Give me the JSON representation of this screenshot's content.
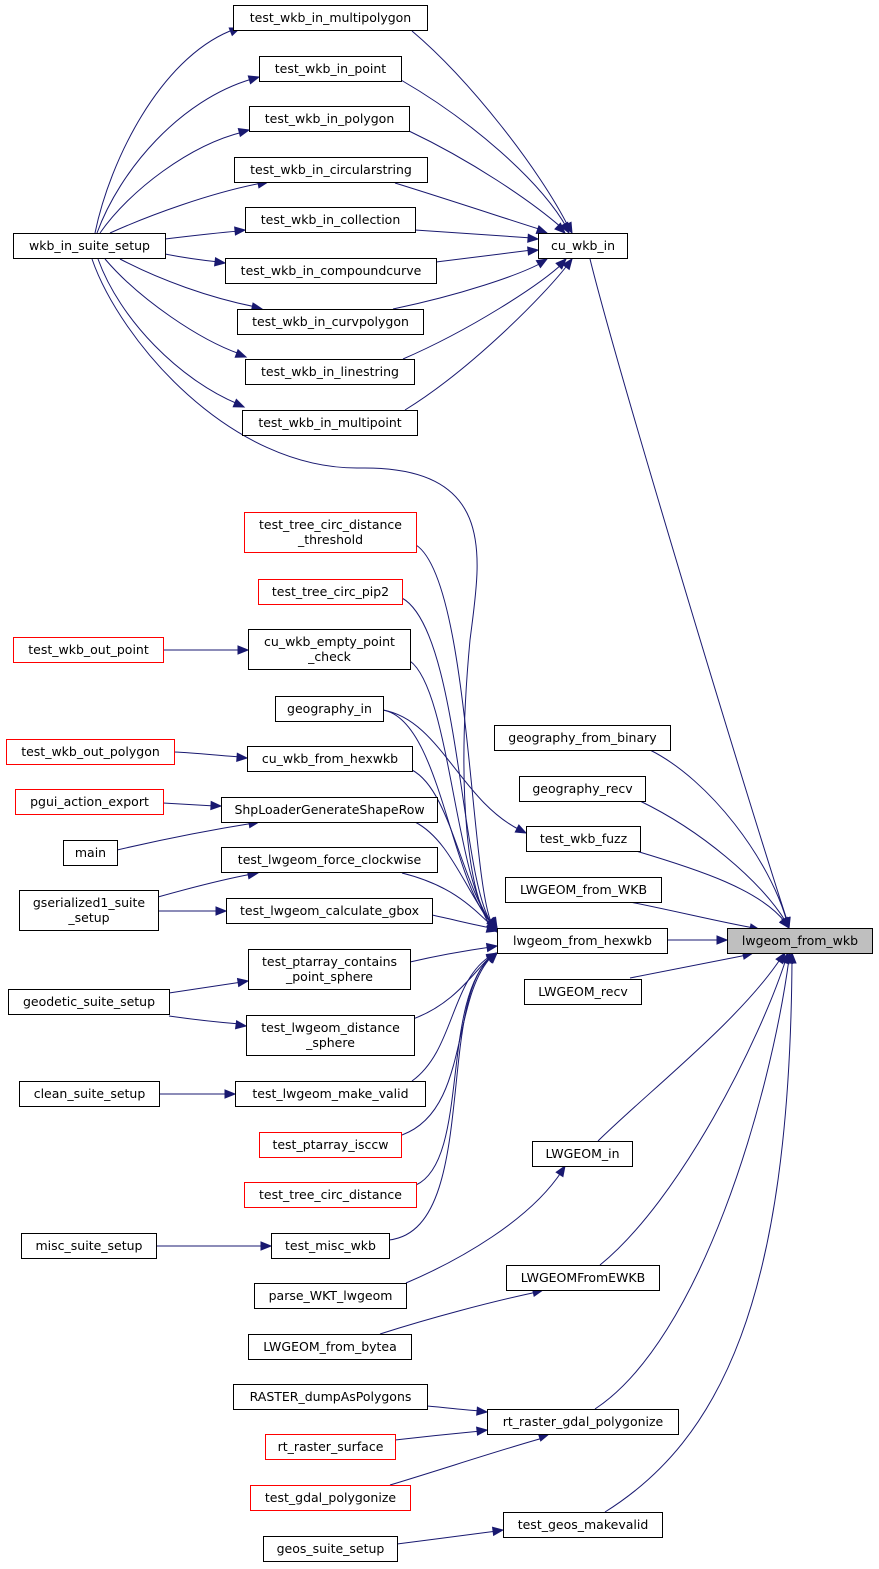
{
  "colors": {
    "edge": "#191970",
    "node_border": "#000000",
    "incomplete_border": "#ff0000",
    "current_fill": "#bfbfbf"
  },
  "nodes": {
    "lwgeom_from_wkb": {
      "label": [
        "lwgeom_from_wkb"
      ],
      "style": "current"
    },
    "cu_wkb_in": {
      "label": [
        "cu_wkb_in"
      ],
      "style": "normal"
    },
    "wkb_in_suite_setup": {
      "label": [
        "wkb_in_suite_setup"
      ],
      "style": "normal"
    },
    "test_wkb_in_multipolygon": {
      "label": [
        "test_wkb_in_multipolygon"
      ],
      "style": "normal"
    },
    "test_wkb_in_point": {
      "label": [
        "test_wkb_in_point"
      ],
      "style": "normal"
    },
    "test_wkb_in_polygon": {
      "label": [
        "test_wkb_in_polygon"
      ],
      "style": "normal"
    },
    "test_wkb_in_circularstring": {
      "label": [
        "test_wkb_in_circularstring"
      ],
      "style": "normal"
    },
    "test_wkb_in_collection": {
      "label": [
        "test_wkb_in_collection"
      ],
      "style": "normal"
    },
    "test_wkb_in_compoundcurve": {
      "label": [
        "test_wkb_in_compoundcurve"
      ],
      "style": "normal"
    },
    "test_wkb_in_curvpolygon": {
      "label": [
        "test_wkb_in_curvpolygon"
      ],
      "style": "normal"
    },
    "test_wkb_in_linestring": {
      "label": [
        "test_wkb_in_linestring"
      ],
      "style": "normal"
    },
    "test_wkb_in_multipoint": {
      "label": [
        "test_wkb_in_multipoint"
      ],
      "style": "normal"
    },
    "lwgeom_from_hexwkb": {
      "label": [
        "lwgeom_from_hexwkb"
      ],
      "style": "normal"
    },
    "test_tree_circ_distance_threshold": {
      "label": [
        "test_tree_circ_distance",
        "_threshold"
      ],
      "style": "red"
    },
    "test_tree_circ_pip2": {
      "label": [
        "test_tree_circ_pip2"
      ],
      "style": "red"
    },
    "cu_wkb_empty_point_check": {
      "label": [
        "cu_wkb_empty_point",
        "_check"
      ],
      "style": "normal"
    },
    "test_wkb_out_point": {
      "label": [
        "test_wkb_out_point"
      ],
      "style": "red"
    },
    "geography_in": {
      "label": [
        "geography_in"
      ],
      "style": "normal"
    },
    "cu_wkb_from_hexwkb": {
      "label": [
        "cu_wkb_from_hexwkb"
      ],
      "style": "normal"
    },
    "test_wkb_out_polygon": {
      "label": [
        "test_wkb_out_polygon"
      ],
      "style": "red"
    },
    "ShpLoaderGenerateShapeRow": {
      "label": [
        "ShpLoaderGenerateShapeRow"
      ],
      "style": "normal"
    },
    "pgui_action_export": {
      "label": [
        "pgui_action_export"
      ],
      "style": "red"
    },
    "main": {
      "label": [
        "main"
      ],
      "style": "normal"
    },
    "test_lwgeom_force_clockwise": {
      "label": [
        "test_lwgeom_force_clockwise"
      ],
      "style": "normal"
    },
    "gserialized1_suite_setup": {
      "label": [
        "gserialized1_suite",
        "_setup"
      ],
      "style": "normal"
    },
    "test_lwgeom_calculate_gbox": {
      "label": [
        "test_lwgeom_calculate_gbox"
      ],
      "style": "normal"
    },
    "test_ptarray_contains_point_sphere": {
      "label": [
        "test_ptarray_contains",
        "_point_sphere"
      ],
      "style": "normal"
    },
    "geodetic_suite_setup": {
      "label": [
        "geodetic_suite_setup"
      ],
      "style": "normal"
    },
    "test_lwgeom_distance_sphere": {
      "label": [
        "test_lwgeom_distance",
        "_sphere"
      ],
      "style": "normal"
    },
    "test_lwgeom_make_valid": {
      "label": [
        "test_lwgeom_make_valid"
      ],
      "style": "normal"
    },
    "clean_suite_setup": {
      "label": [
        "clean_suite_setup"
      ],
      "style": "normal"
    },
    "test_ptarray_isccw": {
      "label": [
        "test_ptarray_isccw"
      ],
      "style": "red"
    },
    "test_tree_circ_distance": {
      "label": [
        "test_tree_circ_distance"
      ],
      "style": "red"
    },
    "test_misc_wkb": {
      "label": [
        "test_misc_wkb"
      ],
      "style": "normal"
    },
    "misc_suite_setup": {
      "label": [
        "misc_suite_setup"
      ],
      "style": "normal"
    },
    "test_wkb_fuzz": {
      "label": [
        "test_wkb_fuzz"
      ],
      "style": "normal"
    },
    "geography_from_binary": {
      "label": [
        "geography_from_binary"
      ],
      "style": "normal"
    },
    "geography_recv": {
      "label": [
        "geography_recv"
      ],
      "style": "normal"
    },
    "LWGEOM_from_WKB": {
      "label": [
        "LWGEOM_from_WKB"
      ],
      "style": "normal"
    },
    "LWGEOM_recv": {
      "label": [
        "LWGEOM_recv"
      ],
      "style": "normal"
    },
    "LWGEOM_in": {
      "label": [
        "LWGEOM_in"
      ],
      "style": "normal"
    },
    "parse_WKT_lwgeom": {
      "label": [
        "parse_WKT_lwgeom"
      ],
      "style": "normal"
    },
    "LWGEOMFromEWKB": {
      "label": [
        "LWGEOMFromEWKB"
      ],
      "style": "normal"
    },
    "LWGEOM_from_bytea": {
      "label": [
        "LWGEOM_from_bytea"
      ],
      "style": "normal"
    },
    "rt_raster_gdal_polygonize": {
      "label": [
        "rt_raster_gdal_polygonize"
      ],
      "style": "normal"
    },
    "RASTER_dumpAsPolygons": {
      "label": [
        "RASTER_dumpAsPolygons"
      ],
      "style": "normal"
    },
    "rt_raster_surface": {
      "label": [
        "rt_raster_surface"
      ],
      "style": "red"
    },
    "test_gdal_polygonize": {
      "label": [
        "test_gdal_polygonize"
      ],
      "style": "red"
    },
    "test_geos_makevalid": {
      "label": [
        "test_geos_makevalid"
      ],
      "style": "normal"
    },
    "geos_suite_setup": {
      "label": [
        "geos_suite_setup"
      ],
      "style": "normal"
    }
  },
  "edges": [
    [
      "cu_wkb_in",
      "lwgeom_from_wkb"
    ],
    [
      "test_wkb_in_multipolygon",
      "cu_wkb_in"
    ],
    [
      "test_wkb_in_point",
      "cu_wkb_in"
    ],
    [
      "test_wkb_in_polygon",
      "cu_wkb_in"
    ],
    [
      "test_wkb_in_circularstring",
      "cu_wkb_in"
    ],
    [
      "test_wkb_in_collection",
      "cu_wkb_in"
    ],
    [
      "test_wkb_in_compoundcurve",
      "cu_wkb_in"
    ],
    [
      "test_wkb_in_curvpolygon",
      "cu_wkb_in"
    ],
    [
      "test_wkb_in_linestring",
      "cu_wkb_in"
    ],
    [
      "test_wkb_in_multipoint",
      "cu_wkb_in"
    ],
    [
      "wkb_in_suite_setup",
      "test_wkb_in_multipolygon"
    ],
    [
      "wkb_in_suite_setup",
      "test_wkb_in_point"
    ],
    [
      "wkb_in_suite_setup",
      "test_wkb_in_polygon"
    ],
    [
      "wkb_in_suite_setup",
      "test_wkb_in_circularstring"
    ],
    [
      "wkb_in_suite_setup",
      "test_wkb_in_collection"
    ],
    [
      "wkb_in_suite_setup",
      "test_wkb_in_compoundcurve"
    ],
    [
      "wkb_in_suite_setup",
      "test_wkb_in_curvpolygon"
    ],
    [
      "wkb_in_suite_setup",
      "test_wkb_in_linestring"
    ],
    [
      "wkb_in_suite_setup",
      "test_wkb_in_multipoint"
    ],
    [
      "wkb_in_suite_setup",
      "lwgeom_from_hexwkb"
    ],
    [
      "lwgeom_from_hexwkb",
      "lwgeom_from_wkb"
    ],
    [
      "test_tree_circ_distance_threshold",
      "lwgeom_from_hexwkb"
    ],
    [
      "test_tree_circ_pip2",
      "lwgeom_from_hexwkb"
    ],
    [
      "cu_wkb_empty_point_check",
      "lwgeom_from_hexwkb"
    ],
    [
      "test_wkb_out_point",
      "cu_wkb_empty_point_check"
    ],
    [
      "geography_in",
      "lwgeom_from_hexwkb"
    ],
    [
      "cu_wkb_from_hexwkb",
      "lwgeom_from_hexwkb"
    ],
    [
      "test_wkb_out_polygon",
      "cu_wkb_from_hexwkb"
    ],
    [
      "ShpLoaderGenerateShapeRow",
      "lwgeom_from_hexwkb"
    ],
    [
      "pgui_action_export",
      "ShpLoaderGenerateShapeRow"
    ],
    [
      "main",
      "ShpLoaderGenerateShapeRow"
    ],
    [
      "test_lwgeom_force_clockwise",
      "lwgeom_from_hexwkb"
    ],
    [
      "gserialized1_suite_setup",
      "test_lwgeom_force_clockwise"
    ],
    [
      "gserialized1_suite_setup",
      "test_lwgeom_calculate_gbox"
    ],
    [
      "test_lwgeom_calculate_gbox",
      "lwgeom_from_hexwkb"
    ],
    [
      "test_ptarray_contains_point_sphere",
      "lwgeom_from_hexwkb"
    ],
    [
      "geodetic_suite_setup",
      "test_ptarray_contains_point_sphere"
    ],
    [
      "geodetic_suite_setup",
      "test_lwgeom_distance_sphere"
    ],
    [
      "test_lwgeom_distance_sphere",
      "lwgeom_from_hexwkb"
    ],
    [
      "test_lwgeom_make_valid",
      "lwgeom_from_hexwkb"
    ],
    [
      "clean_suite_setup",
      "test_lwgeom_make_valid"
    ],
    [
      "test_ptarray_isccw",
      "lwgeom_from_hexwkb"
    ],
    [
      "test_tree_circ_distance",
      "lwgeom_from_hexwkb"
    ],
    [
      "test_misc_wkb",
      "lwgeom_from_hexwkb"
    ],
    [
      "misc_suite_setup",
      "test_misc_wkb"
    ],
    [
      "geography_in",
      "test_wkb_fuzz"
    ],
    [
      "test_wkb_fuzz",
      "lwgeom_from_wkb"
    ],
    [
      "geography_from_binary",
      "lwgeom_from_wkb"
    ],
    [
      "geography_recv",
      "lwgeom_from_wkb"
    ],
    [
      "LWGEOM_from_WKB",
      "lwgeom_from_wkb"
    ],
    [
      "LWGEOM_recv",
      "lwgeom_from_wkb"
    ],
    [
      "LWGEOM_in",
      "lwgeom_from_wkb"
    ],
    [
      "parse_WKT_lwgeom",
      "LWGEOM_in"
    ],
    [
      "LWGEOMFromEWKB",
      "lwgeom_from_wkb"
    ],
    [
      "LWGEOM_from_bytea",
      "LWGEOMFromEWKB"
    ],
    [
      "rt_raster_gdal_polygonize",
      "lwgeom_from_wkb"
    ],
    [
      "RASTER_dumpAsPolygons",
      "rt_raster_gdal_polygonize"
    ],
    [
      "rt_raster_surface",
      "rt_raster_gdal_polygonize"
    ],
    [
      "test_gdal_polygonize",
      "rt_raster_gdal_polygonize"
    ],
    [
      "test_geos_makevalid",
      "lwgeom_from_wkb"
    ],
    [
      "geos_suite_setup",
      "test_geos_makevalid"
    ]
  ]
}
